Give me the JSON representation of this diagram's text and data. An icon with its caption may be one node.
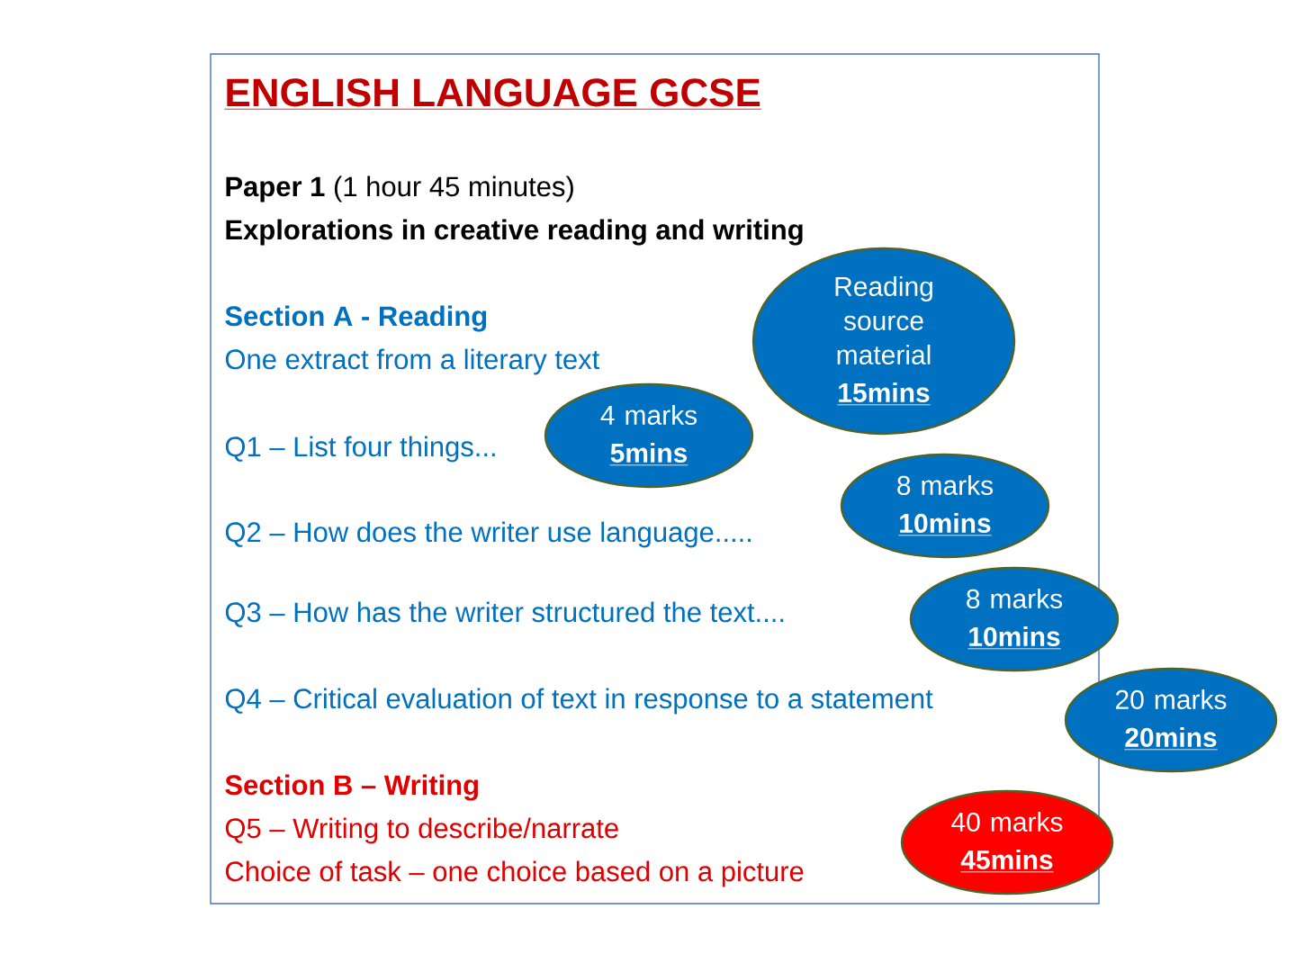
{
  "diagram": {
    "title": "ENGLISH LANGUAGE GCSE",
    "nodes": [
      {
        "text": [
          "Reading source material",
          "15mins"
        ]
      },
      {
        "text": [
          "4 marks",
          "5mins"
        ]
      },
      {
        "text": [
          "8 marks",
          "10mins"
        ]
      },
      {
        "text": [
          "8 marks",
          "10mins"
        ]
      },
      {
        "text": [
          "20 marks",
          "20mins"
        ]
      },
      {
        "text": [
          "40 marks",
          "45mins"
        ]
      }
    ],
    "labels": [
      "**Paper 1** (1 hour 45 minutes)",
      "Explorations in creative reading and writing",
      "Section A - Reading",
      "One extract from a literary text",
      "Q1 – List four things...",
      "Q2 – How does the writer use language.....",
      "Q3 – How has the writer structured the text....",
      "Q4 – Critical evaluation of text in response to a statement",
      "Section B – Writing",
      "Q5 – Writing to describe/narrate",
      "Choice of task – one choice based on a picture"
    ]
  }
}
